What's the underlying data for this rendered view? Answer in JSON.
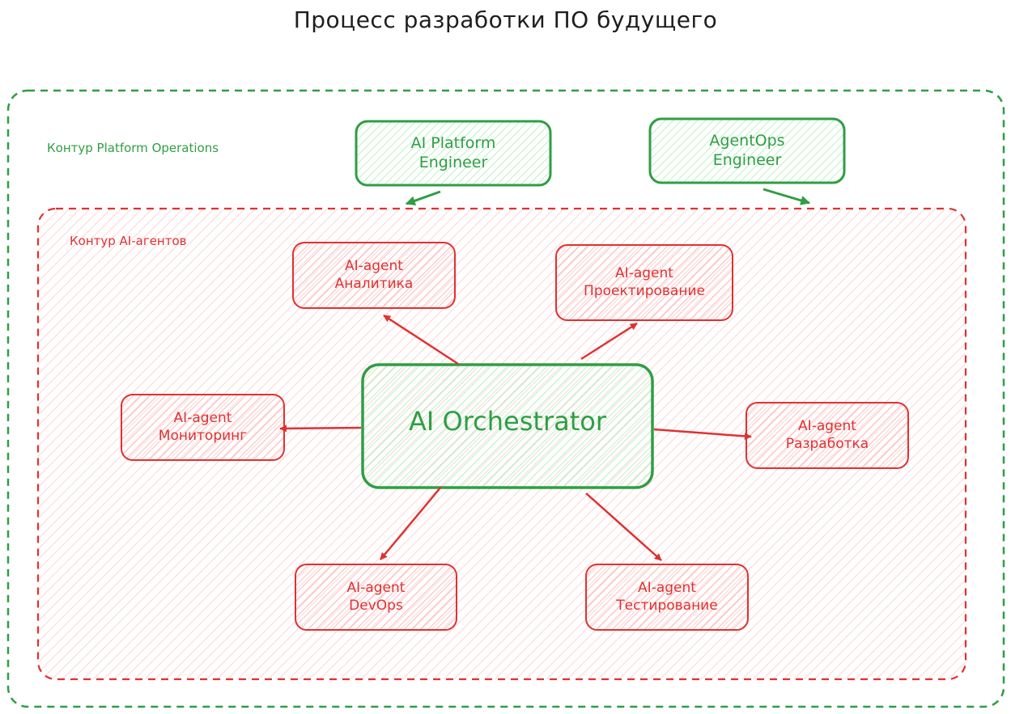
{
  "title": "Процесс разработки ПО будущего",
  "frames": {
    "platform": {
      "label": "Контур Platform Operations"
    },
    "agents": {
      "label": "Контур AI-агентов"
    }
  },
  "nodes": {
    "ai_platform_engineer": {
      "line1": "AI Platform",
      "line2": "Engineer"
    },
    "agentops_engineer": {
      "line1": "AgentOps",
      "line2": "Engineer"
    },
    "orchestrator": {
      "label": "AI Orchestrator"
    },
    "agent_analytics": {
      "line1": "AI-agent",
      "line2": "Аналитика"
    },
    "agent_design": {
      "line1": "AI-agent",
      "line2": "Проектирование"
    },
    "agent_monitoring": {
      "line1": "AI-agent",
      "line2": "Мониторинг"
    },
    "agent_development": {
      "line1": "AI-agent",
      "line2": "Разработка"
    },
    "agent_devops": {
      "line1": "AI-agent",
      "line2": "DevOps"
    },
    "agent_testing": {
      "line1": "AI-agent",
      "line2": "Тестирование"
    }
  },
  "colors": {
    "green_stroke": "#2f9e44",
    "green_fill": "#b2f2bb",
    "red_stroke": "#e03131",
    "red_fill": "#ffc9c9",
    "text": "#1e1e1e"
  }
}
